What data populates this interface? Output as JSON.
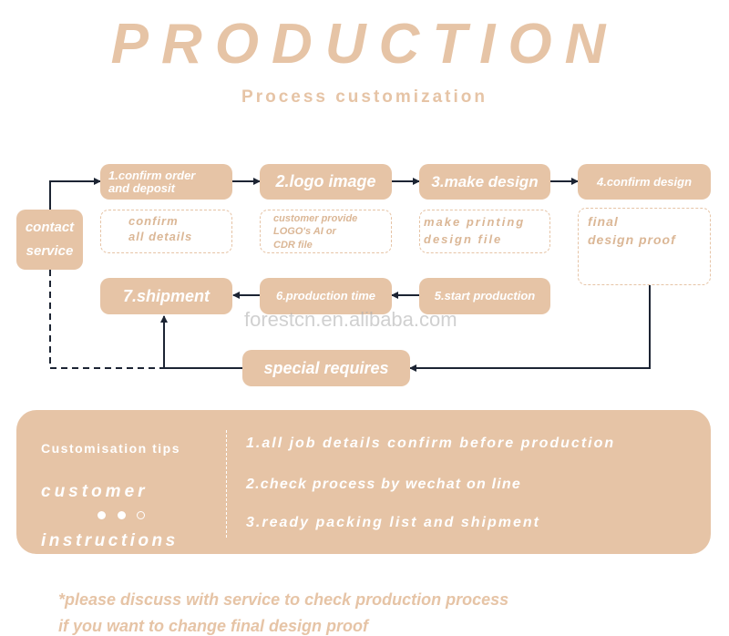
{
  "header": {
    "title": "PRODUCTION",
    "subtitle": "Process customization"
  },
  "flow": {
    "contact": [
      "contact",
      "service"
    ],
    "steps": {
      "s1": [
        "1.confirm order",
        "and deposit"
      ],
      "s2": "2.logo image",
      "s3": "3.make design",
      "s4": "4.confirm design",
      "s5": "5.start production",
      "s6": "6.production time",
      "s7": "7.shipment"
    },
    "notes": {
      "n1": [
        "confirm",
        "all details"
      ],
      "n2": [
        "customer provide",
        "LOGO's  AI or",
        "CDR file"
      ],
      "n3": [
        "make printing",
        "design file"
      ],
      "n4": [
        "final",
        "design proof"
      ]
    },
    "special": "special requires"
  },
  "watermark": "forestcn.en.alibaba.com",
  "panel": {
    "label1": "Customisation tips",
    "label2": "customer",
    "label3": "instructions",
    "tips": [
      "1.all job details confirm before  production",
      "2.check process by wechat on line",
      "3.ready packing list and shipment"
    ]
  },
  "footnote": [
    "*please discuss  with service to check production process",
    " if you want to change final design proof"
  ],
  "colors": {
    "accent": "#e6c4a6",
    "line": "#1c2433"
  }
}
